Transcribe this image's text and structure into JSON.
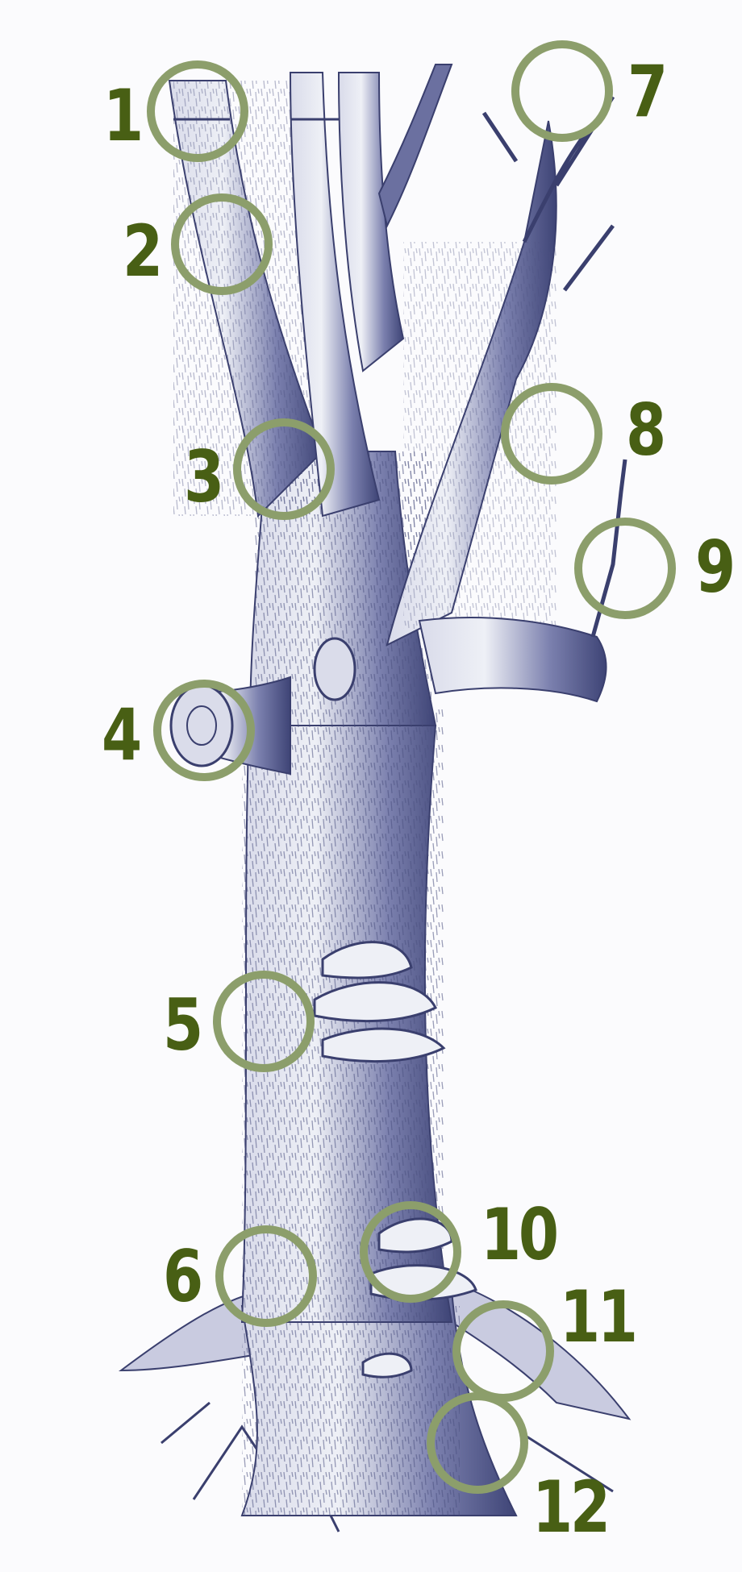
{
  "colors": {
    "background": "#fbfbfd",
    "bark_dark": "#3a3f6e",
    "bark_mid": "#8a8fb8",
    "bark_light": "#e8e9f2",
    "ring_stroke": "#8c9e6b",
    "label_fill": "#485f14"
  },
  "callouts": [
    {
      "id": "1",
      "label": "1"
    },
    {
      "id": "2",
      "label": "2"
    },
    {
      "id": "3",
      "label": "3"
    },
    {
      "id": "4",
      "label": "4"
    },
    {
      "id": "5",
      "label": "5"
    },
    {
      "id": "6",
      "label": "6"
    },
    {
      "id": "7",
      "label": "7"
    },
    {
      "id": "8",
      "label": "8"
    },
    {
      "id": "9",
      "label": "9"
    },
    {
      "id": "10",
      "label": "10"
    },
    {
      "id": "11",
      "label": "11"
    },
    {
      "id": "12",
      "label": "12"
    }
  ]
}
